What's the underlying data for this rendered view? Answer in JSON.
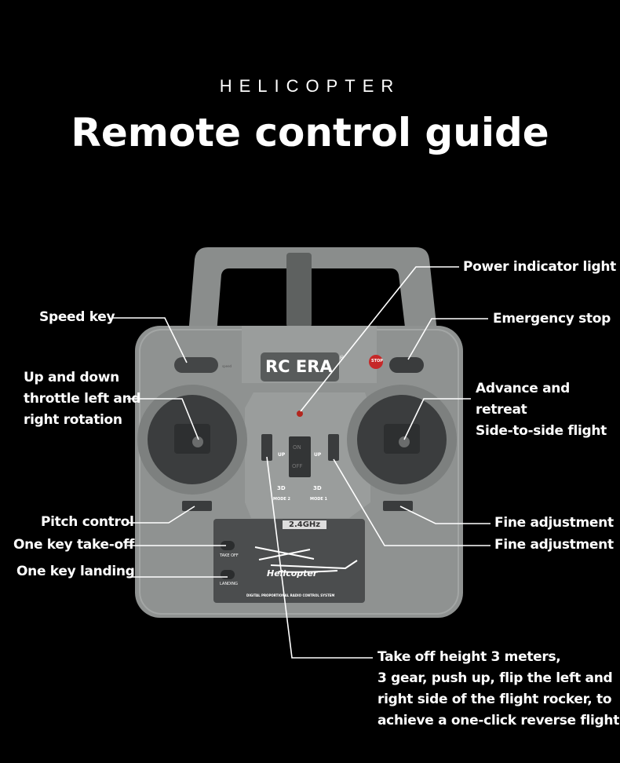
{
  "header": {
    "kicker": "HELICOPTER",
    "title": "Remote control guide"
  },
  "controller": {
    "brand": "RC ERA",
    "brand_mark": "®",
    "frequency": "2.4GHz",
    "switch_on": "ON",
    "switch_off": "OFF",
    "up_left": "UP",
    "up_right": "UP",
    "mode2": "MODE 2",
    "mode1": "MODE 1",
    "badge": "3D",
    "stop": "STOP",
    "take_off": "TAKE OFF",
    "landing": "LANDING",
    "logo_text": "Helicopter",
    "footer": "DIGITAL PROPORTIONAL RADIO CONTROL SYSTEM",
    "speed": "speed",
    "body_color": "#8f9291",
    "panel_color": "#4b4d4e",
    "led_color": "#b3261e"
  },
  "labels": {
    "power_light": "Power indicator light",
    "speed_key": "Speed key",
    "emergency_stop": "Emergency stop",
    "left_stick": [
      "Up and down",
      "throttle left and",
      "right  rotation"
    ],
    "right_stick": [
      "Advance and retreat",
      "Side-to-side flight"
    ],
    "pitch_control": "Pitch control",
    "take_off": "One key take-off",
    "landing": "One key landing",
    "fine_adjust_1": "Fine adjustment",
    "fine_adjust_2": "Fine adjustment",
    "takeoff_height": [
      "Take off height 3 meters,",
      "3 gear, push up, flip the left and",
      "right side of the flight rocker, to",
      "achieve a one-click reverse flight"
    ]
  }
}
